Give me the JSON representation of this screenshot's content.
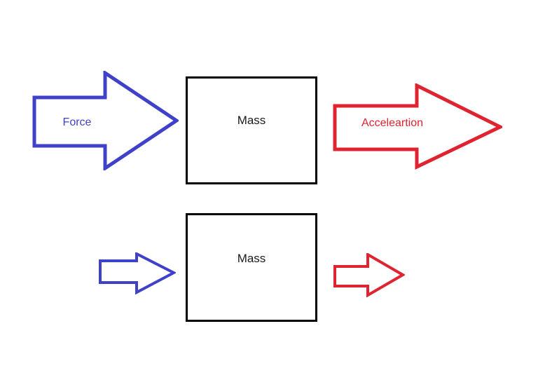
{
  "colors": {
    "force_blue": "#3f41c8",
    "acceleration_red": "#e02330",
    "box_border": "#000000",
    "background": "#ffffff"
  },
  "top_row": {
    "force_arrow": {
      "label": "Force"
    },
    "mass_box": {
      "label": "Mass"
    },
    "acceleration_arrow": {
      "label": "Acceleartion"
    }
  },
  "bottom_row": {
    "mass_box": {
      "label": "Mass"
    }
  }
}
